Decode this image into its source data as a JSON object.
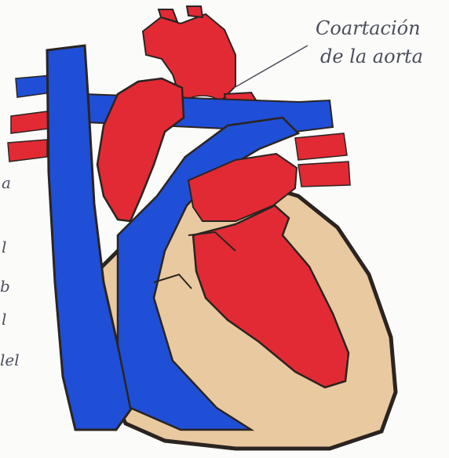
{
  "annotation": {
    "line1": "Coartación",
    "line2": "de la aorta"
  },
  "left_edge_marks": {
    "m1": "a",
    "m2": "l",
    "m3": "b",
    "m4": "l",
    "m5": "lel"
  },
  "colors": {
    "background": "#fbfbf9",
    "oxygenated": "#e22a35",
    "deoxygenated": "#1f4fd6",
    "muscle": "#e9c9a0",
    "outline": "#2b2420",
    "ink": "#4b4f5c"
  }
}
